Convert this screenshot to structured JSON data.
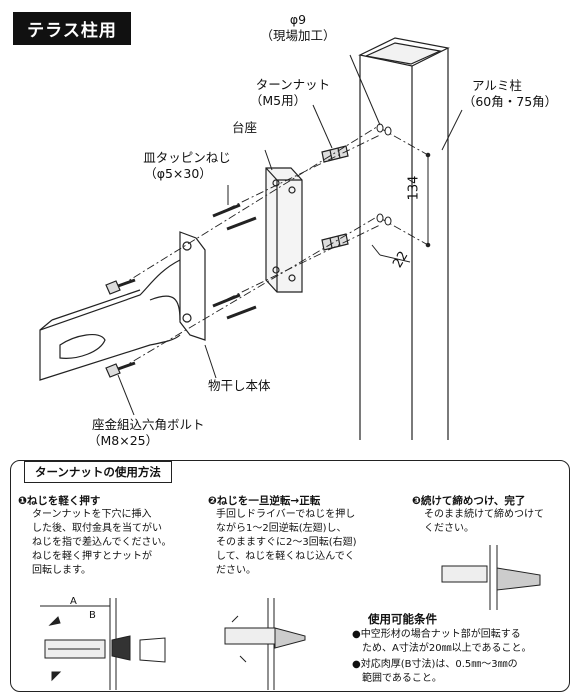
{
  "header": {
    "badge": "テラス柱用"
  },
  "diagram": {
    "phi9_line1": "φ9",
    "phi9_line2": "（現場加工）",
    "turn_nut_line1": "ターンナット",
    "turn_nut_line2": "（M5用）",
    "alumi_line1": "アルミ柱",
    "alumi_line2": "（60角・75角）",
    "base": "台座",
    "tapping_line1": "皿タッピンねじ",
    "tapping_line2": "（φ5×30）",
    "dim_vertical": "134",
    "dim_diagonal": "22",
    "body": "物干し本体",
    "bolt_line1": "座金組込六角ボルト",
    "bolt_line2": "（M8×25）"
  },
  "usage": {
    "title": "ターンナットの使用方法",
    "step1": {
      "heading": "❶ねじを軽く押す",
      "text": "ターンナットを下穴に挿入\nした後、取付金具を当てがい\nねじを指で差込んでください。\nねじを軽く押すとナットが\n回転します。"
    },
    "step2": {
      "heading": "❷ねじを一旦逆転→正転",
      "text": "手回しドライバーでねじを押し\nながら1〜2回逆転(左廻)し、\nそのまますぐに2〜3回転(右廻)\nして、ねじを軽くねじ込んでく\nださい。"
    },
    "step3": {
      "heading": "❸続けて締めつけ、完了",
      "text": "そのまま続けて締めつけて\nください。"
    },
    "label_a": "A",
    "label_b": "B",
    "conditions": {
      "title": "使用可能条件",
      "item1": "●中空形材の場合ナット部が回転する\n　ため、A寸法が20㎜以上であること。",
      "item2": "●対応肉厚(B寸法)は、0.5㎜〜3㎜の\n　範囲であること。"
    }
  }
}
